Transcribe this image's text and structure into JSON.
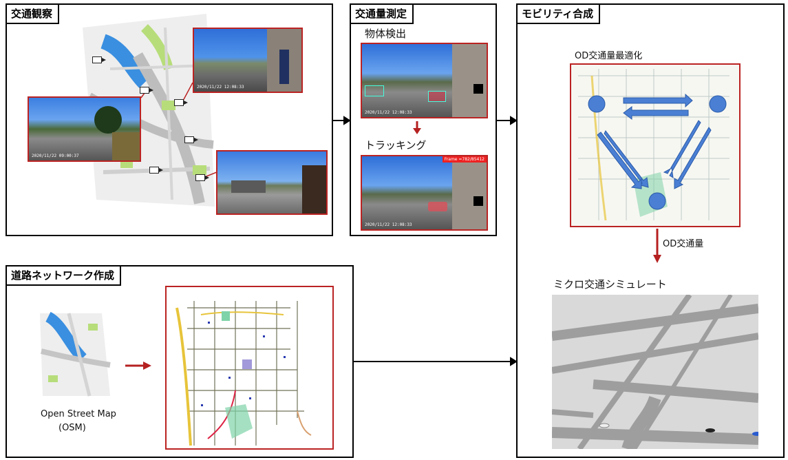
{
  "panels": {
    "traffic_obs": {
      "title": "交通観察"
    },
    "volume": {
      "title": "交通量測定",
      "detect_label": "物体検出",
      "tracking_label": "トラッキング",
      "frame_badge": "Frame =782/85412",
      "timestamp": "2020/11/22 12:08:33"
    },
    "mobility": {
      "title": "モビリティ合成",
      "od_opt_label": "OD交通量最適化",
      "od_volume_label": "OD交通量",
      "micro_sim_label": "ミクロ交通シミュレート"
    },
    "network": {
      "title": "道路ネットワーク作成",
      "osm_line1": "Open Street Map",
      "osm_line2": "(OSM)"
    }
  },
  "timestamps": {
    "cam1": "2020/11/22 12:08:33",
    "cam2": "2020/11/22 09:00:37"
  },
  "colors": {
    "frame_red": "#b22222",
    "node_blue": "#4a7fd4",
    "arrow_red": "#b52020",
    "river": "#3a8fe0",
    "park": "#b7dd7a"
  }
}
